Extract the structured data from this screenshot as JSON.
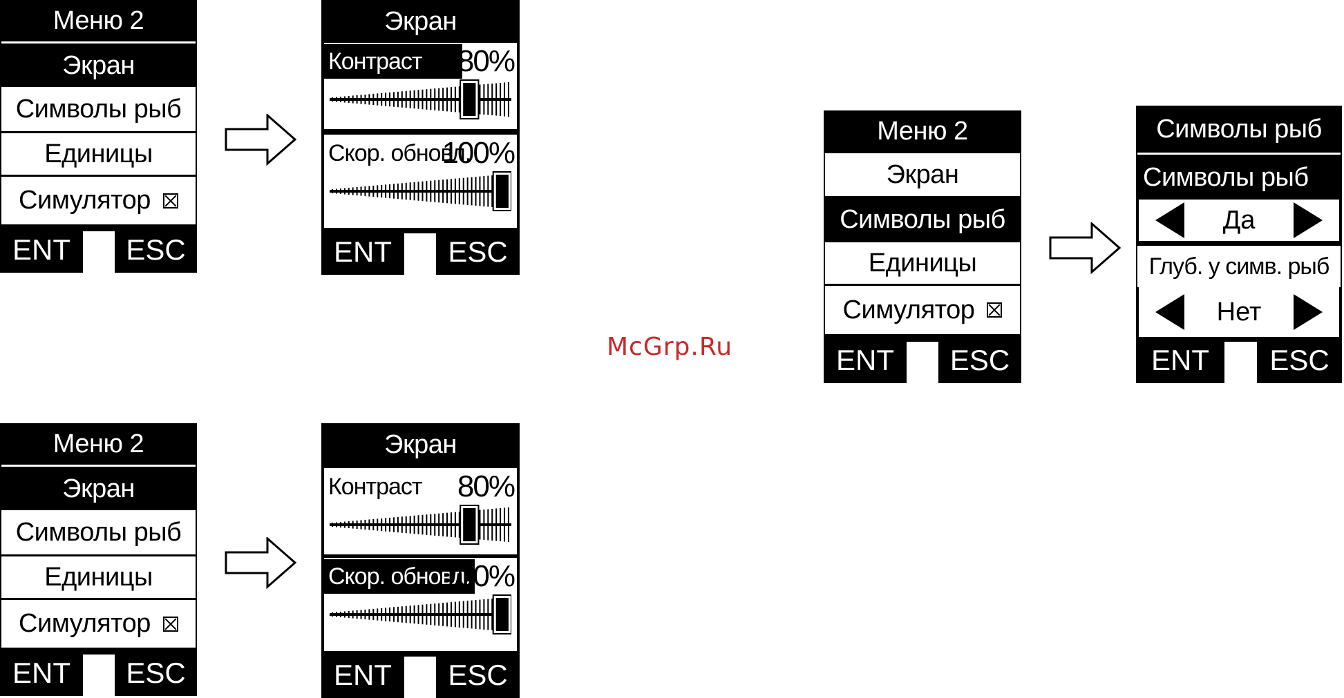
{
  "watermark": "McGrp.Ru",
  "menu2": {
    "title": "Меню 2",
    "items": [
      "Экран",
      "Символы рыб",
      "Единицы",
      "Симулятор"
    ],
    "simulator_checked": true
  },
  "screen_menu": {
    "title": "Экран",
    "contrast_label": "Контраст",
    "contrast_value": "80%",
    "contrast_level": 0.8,
    "refresh_label": "Скор. обновл.",
    "refresh_value": "100%",
    "refresh_level": 1.0
  },
  "fish_menu": {
    "title": "Символы рыб",
    "option1_label": "Символы рыб",
    "option1_value": "Да",
    "option2_label": "Глуб. у симв. рыб",
    "option2_value": "Нет"
  },
  "softkeys": {
    "enter": "ENT",
    "escape": "ESC"
  },
  "colors": {
    "screen": "#000000",
    "text": "#000000",
    "watermark": "#c8282a"
  }
}
